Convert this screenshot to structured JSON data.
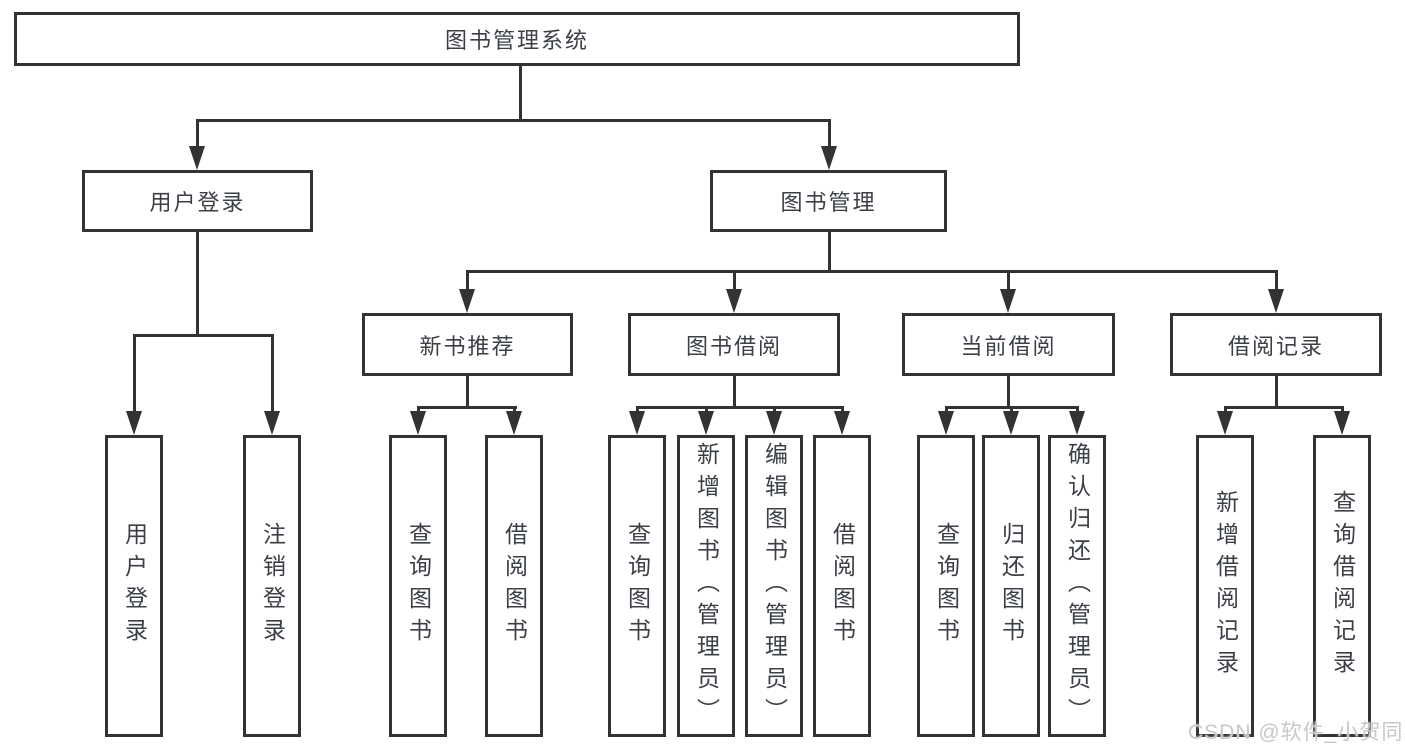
{
  "diagram": {
    "root": {
      "label": "图书管理系统"
    },
    "branches": [
      {
        "label": "用户登录",
        "children": [
          {
            "label": "用户登录"
          },
          {
            "label": "注销登录"
          }
        ]
      },
      {
        "label": "图书管理",
        "sections": [
          {
            "label": "新书推荐",
            "children": [
              {
                "label": "查询图书"
              },
              {
                "label": "借阅图书"
              }
            ]
          },
          {
            "label": "图书借阅",
            "children": [
              {
                "label": "查询图书"
              },
              {
                "label": "新增图书（管理员）"
              },
              {
                "label": "编辑图书（管理员）"
              },
              {
                "label": "借阅图书"
              }
            ]
          },
          {
            "label": "当前借阅",
            "children": [
              {
                "label": "查询图书"
              },
              {
                "label": "归还图书"
              },
              {
                "label": "确认归还（管理员）"
              }
            ]
          },
          {
            "label": "借阅记录",
            "children": [
              {
                "label": "新增借阅记录"
              },
              {
                "label": "查询借阅记录"
              }
            ]
          }
        ]
      }
    ]
  },
  "watermark": {
    "text": "CSDN @软件_小贺同学"
  },
  "colors": {
    "line": "#333333",
    "text": "#3b3f46",
    "background": "#ffffff",
    "watermark": "#c5c8cc"
  }
}
